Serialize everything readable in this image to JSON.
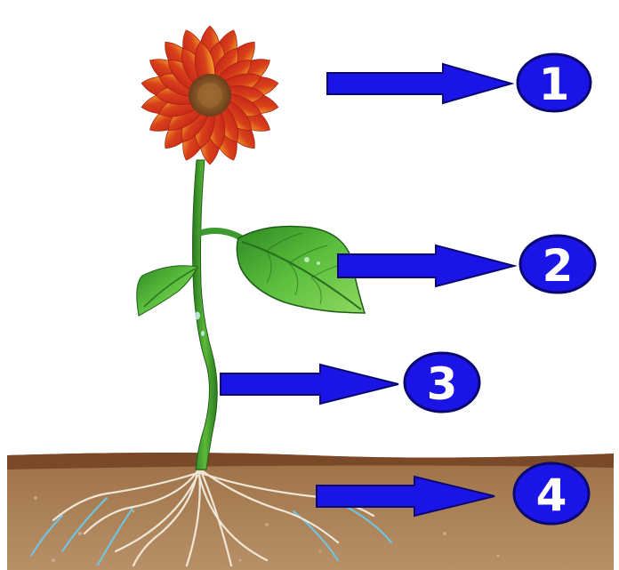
{
  "diagram": {
    "subject": "plant-parts",
    "labels": [
      {
        "id": "flower",
        "number": "1"
      },
      {
        "id": "leaf",
        "number": "2"
      },
      {
        "id": "stem",
        "number": "3"
      },
      {
        "id": "root",
        "number": "4"
      }
    ],
    "colors": {
      "arrow_fill": "#1a14e6",
      "arrow_stroke": "#0a0870",
      "badge_fill": "#1a14e6",
      "badge_text": "#ffffff",
      "petal_outer": "#f0a020",
      "petal_inner": "#c8281a",
      "flower_center": "#8a5a2a",
      "stem": "#3d9a2e",
      "leaf": "#4caf3a",
      "leaf_dark": "#2e7d22",
      "soil_top": "#8a5a34",
      "soil_body": "#b08558",
      "root": "#efe8d8",
      "root_water": "#6cc8e8"
    }
  }
}
